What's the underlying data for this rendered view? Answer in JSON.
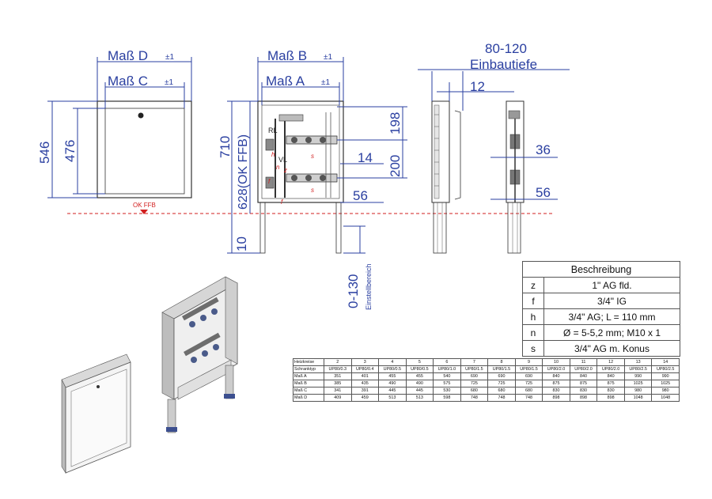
{
  "dimensions": {
    "mass_d": "Maß D",
    "mass_c": "Maß C",
    "mass_b": "Maß B",
    "mass_a": "Maß A",
    "tolerance": "±1",
    "d546": "546",
    "d476": "476",
    "d710": "710",
    "d628": "628(OK FFB)",
    "d10": "10",
    "d0130": "0-130",
    "einstellbereich": "Einstellbereich",
    "d198": "198",
    "d200": "200",
    "d14": "14",
    "d56a": "56",
    "d80120": "80-120",
    "einbautiefe": "Einbautiefe",
    "d12": "12",
    "d36": "36",
    "d56b": "56"
  },
  "labels": {
    "ok_ffb": "OK FFB",
    "rl": "RL",
    "vl": "VL",
    "h": "h",
    "n": "n",
    "z": "z",
    "f": "f",
    "s": "s"
  },
  "description": {
    "title": "Beschreibung",
    "rows": [
      {
        "key": "z",
        "value": "1\" AG fld."
      },
      {
        "key": "f",
        "value": "3/4\" IG"
      },
      {
        "key": "h",
        "value": "3/4\" AG; L = 110 mm"
      },
      {
        "key": "n",
        "value": "Ø = 5-5,2 mm; M10 x 1"
      },
      {
        "key": "s",
        "value": "3/4\" AG m. Konus"
      }
    ]
  },
  "size_table": {
    "header": [
      "Heizkreise",
      "2",
      "3",
      "4",
      "5",
      "6",
      "7",
      "8",
      "9",
      "10",
      "11",
      "12",
      "13",
      "14"
    ],
    "rows": [
      [
        "Schranktyp",
        "UP80/0.3",
        "UP80/0.4",
        "UP80/0.5",
        "UP80/0.5",
        "UP80/1.0",
        "UP80/1.5",
        "UP80/1.5",
        "UP80/1.5",
        "UP80/2.0",
        "UP80/2.0",
        "UP80/2.0",
        "UP80/2.5",
        "UP80/2.5"
      ],
      [
        "Maß A",
        "351",
        "401",
        "455",
        "455",
        "540",
        "690",
        "690",
        "690",
        "840",
        "840",
        "840",
        "990",
        "990"
      ],
      [
        "Maß B",
        "385",
        "435",
        "490",
        "490",
        "575",
        "725",
        "725",
        "725",
        "875",
        "875",
        "875",
        "1025",
        "1025"
      ],
      [
        "Maß C",
        "341",
        "391",
        "445",
        "445",
        "530",
        "680",
        "680",
        "680",
        "830",
        "830",
        "830",
        "980",
        "980"
      ],
      [
        "Maß D",
        "409",
        "459",
        "513",
        "513",
        "598",
        "748",
        "748",
        "748",
        "898",
        "898",
        "898",
        "1048",
        "1048"
      ]
    ]
  },
  "colors": {
    "dimension": "#2a3fa0",
    "reference_line": "#d21f1f",
    "outline": "#333333"
  }
}
